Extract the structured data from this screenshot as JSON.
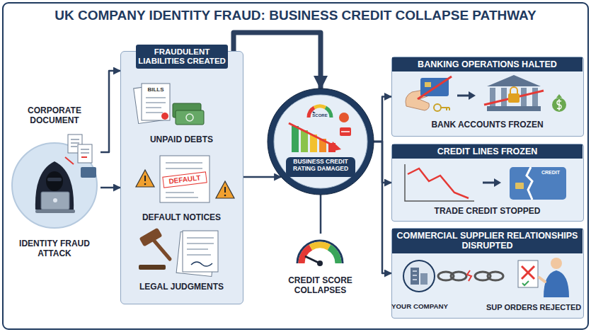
{
  "diagram": {
    "title": "UK COMPANY IDENTITY FRAUD: BUSINESS CREDIT COLLAPSE PATHWAY",
    "nodes": [
      {
        "text": [
          "CORPORATE DOCUMENT",
          "IDENTITY FRAUD ATTACK"
        ]
      },
      {
        "text": [
          "FRAUDULENT LIABILITIES CREATED",
          "UNPAID DEBTS",
          "DEFAULT NOTICES",
          "LEGAL JUDGMENTS"
        ]
      },
      {
        "text": [
          "BUSINESS CREDIT RATING DAMAGED"
        ]
      },
      {
        "text": [
          "CREDIT SCORE COLLAPSES"
        ]
      },
      {
        "text": [
          "BANKING OPERATIONS HALTED",
          "BANK ACCOUNTS FROZEN"
        ]
      },
      {
        "text": [
          "CREDIT LINES FROZEN",
          "TRADE CREDIT STOPPED"
        ]
      },
      {
        "text": [
          "COMMERCIAL SUPPLIER RELATIONSHIPS DISRUPTED",
          "SUP ORDERS REJECTED"
        ]
      }
    ],
    "edges": [
      {
        "from": 0,
        "to": 1,
        "arrow": "to"
      },
      {
        "from": 0,
        "to": 1,
        "arrow": "to"
      },
      {
        "from": 1,
        "to": 2,
        "arrow": "to"
      },
      {
        "from": 1,
        "to": 2,
        "arrow": "to"
      },
      {
        "from": 2,
        "to": 3,
        "arrow": "none"
      },
      {
        "from": 2,
        "to": 4,
        "arrow": "to"
      },
      {
        "from": 2,
        "to": 5,
        "arrow": "to"
      },
      {
        "from": 2,
        "to": 6,
        "arrow": "to"
      }
    ],
    "labels": [
      "BILLS",
      "DEFAULT",
      "SCORE",
      "CREDIT",
      "YOUR COMPANY"
    ]
  }
}
